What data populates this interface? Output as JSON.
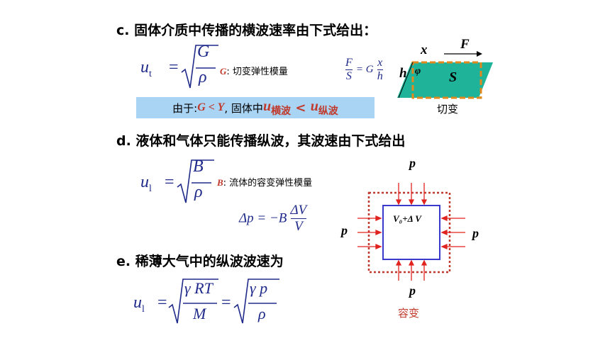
{
  "section_c": {
    "heading": "c. 固体介质中传播的横波速率由下式给出：",
    "formula_lhs": "u",
    "formula_lhs_sub": "t",
    "formula_num": "G",
    "formula_den": "ρ",
    "note_symbol": "G",
    "note_text": ": 切变弹性模量",
    "shear_formula": {
      "lhs_num": "F",
      "lhs_den": "S",
      "mid": "= G",
      "rhs_num": "x",
      "rhs_den": "h"
    },
    "condition": {
      "prefix": "由于: ",
      "ineq": "G < Y",
      "middle": ", 固体中 ",
      "u1": "u",
      "u1_sub": "横波",
      "lt": " < ",
      "u2": "u",
      "u2_sub": "纵波"
    },
    "shear_diagram": {
      "label_x": "x",
      "label_F": "F",
      "label_h": "h",
      "label_phi": "φ",
      "label_S": "S",
      "caption": "切变"
    }
  },
  "section_d": {
    "heading": "d. 液体和气体只能传播纵波，其波速由下式给出",
    "formula_lhs": "u",
    "formula_lhs_sub": "l",
    "formula_num": "B",
    "formula_den": "ρ",
    "note_symbol": "B",
    "note_text": ": 流体的容变弹性模量",
    "bulk_formula": {
      "lhs": "Δp = −B",
      "num": "ΔV",
      "den": "V"
    },
    "bulk_diagram": {
      "label_top": "p",
      "label_left": "p",
      "label_right": "p",
      "label_bottom": "p",
      "volume_label": "V₀+Δ V",
      "caption": "容变"
    }
  },
  "section_e": {
    "heading": "e. 稀薄大气中的纵波波速为",
    "formula_lhs": "u",
    "formula_lhs_sub": "l",
    "num1": "γ RT",
    "den1": "M",
    "eq": "=",
    "num2": "γ p",
    "den2": "ρ"
  },
  "colors": {
    "formula_blue": "#1f2a8a",
    "accent_red": "#c0392b",
    "box_blue": "#a9d4f3",
    "shear_green": "#1fb39a",
    "dash_orange": "#e08a1e",
    "square_blue": "#3a3ad0",
    "arrow_red": "#e0231f"
  }
}
